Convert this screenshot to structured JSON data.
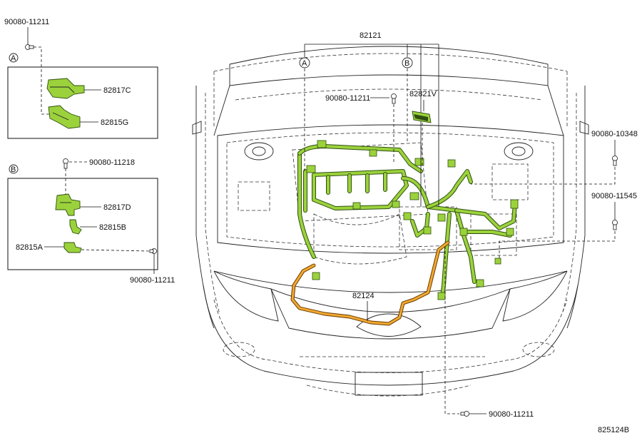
{
  "labels": {
    "harness_main": "82121",
    "harness_front": "82124",
    "relay_block": "82821V",
    "bracket_c": "82817C",
    "bracket_g": "82815G",
    "bracket_d": "82817D",
    "bracket_b": "82815B",
    "bracket_a": "82815A",
    "bolt_11211": "90080-11211",
    "bolt_11218": "90080-11218",
    "bolt_10348": "90080-10348",
    "bolt_11545": "90080-11545",
    "diagram_code": "825124B"
  },
  "callouts": {
    "a": "A",
    "b": "B"
  },
  "colors": {
    "harness_green": "#9bd23c",
    "harness_orange": "#f0a830",
    "line": "#222222"
  }
}
